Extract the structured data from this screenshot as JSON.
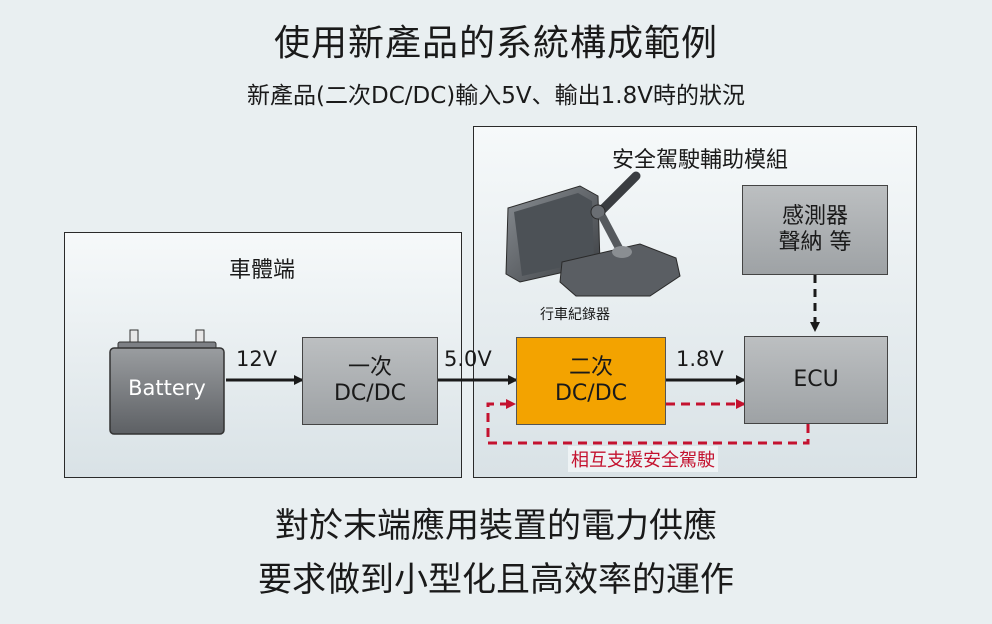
{
  "header": {
    "title": "使用新產品的系統構成範例",
    "subtitle": "新產品(二次DC/DC)輸入5V、輸出1.8V時的狀況"
  },
  "vehicle_side": {
    "label": "車體端",
    "battery_label": "Battery",
    "voltage_in": "12V",
    "primary_dcdc": {
      "line1": "一次",
      "line2": "DC/DC"
    }
  },
  "adas_module": {
    "label": "安全駕駛輔助模組",
    "dashcam_label": "行車紀錄器",
    "sensor_block": {
      "line1": "感測器",
      "line2": "聲納 等"
    },
    "intermediate_voltage": "5.0V",
    "secondary_dcdc": {
      "line1": "二次",
      "line2": "DC/DC"
    },
    "output_voltage": "1.8V",
    "ecu_label": "ECU",
    "support_label": "相互支援安全駕駛"
  },
  "conclusion": {
    "line1": "對於末端應用裝置的電力供應",
    "line2": "要求做到小型化且高效率的運作"
  },
  "colors": {
    "background": "#e9eff1",
    "block_gray": "#a9adb0",
    "block_orange": "#f3a300",
    "dashed_red": "#c4122f",
    "arrow": "#1a1a1a"
  }
}
